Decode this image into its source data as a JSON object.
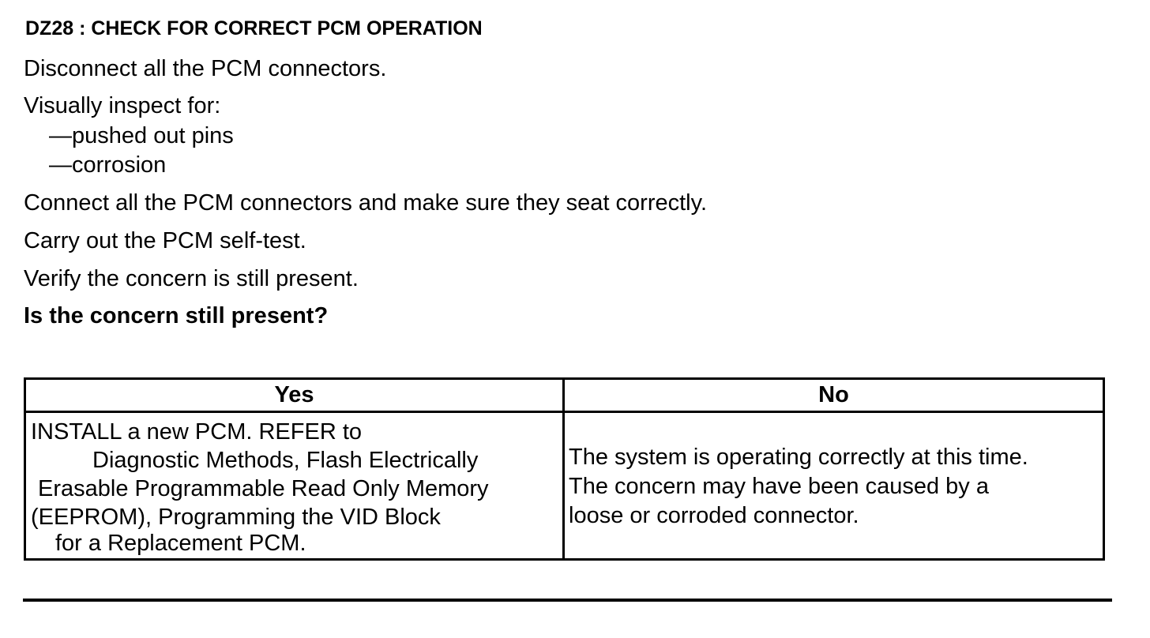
{
  "heading": "DZ28 : CHECK FOR CORRECT PCM OPERATION",
  "steps": {
    "disconnect": "Disconnect all the PCM connectors.",
    "inspect_intro": "Visually inspect for:",
    "inspect_items": [
      "—pushed out pins",
      "—corrosion"
    ],
    "connect": "Connect all the PCM connectors and make sure they seat correctly.",
    "self_test": "Carry out the PCM self-test.",
    "verify": "Verify the concern is still present.",
    "question": "Is the concern still present?"
  },
  "result_table": {
    "headers": [
      "Yes",
      "No"
    ],
    "yes_lines": [
      "INSTALL a new PCM.  REFER to",
      "Diagnostic Methods, Flash Electrically",
      "Erasable Programmable Read Only Memory",
      "(EEPROM), Programming the VID Block",
      "for a  Replacement PCM."
    ],
    "no_lines": [
      "The system is operating correctly at this time.",
      "The concern may have been caused by a",
      "loose or corroded connector."
    ]
  }
}
